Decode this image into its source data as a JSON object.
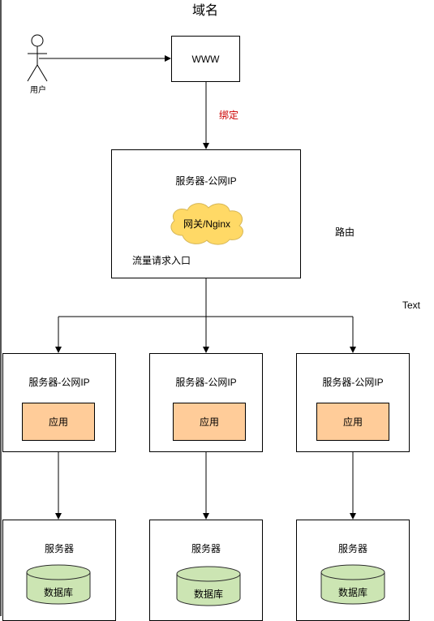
{
  "title": "域名",
  "user": {
    "label": "用户"
  },
  "www": {
    "label": "WWW"
  },
  "bind_label": "绑定",
  "gateway_server": {
    "title": "服务器-公网IP",
    "cloud_label": "网关/Nginx",
    "entry_label": "流量请求入口"
  },
  "route_label": "路由",
  "text_label": "Text",
  "app_servers": [
    {
      "title": "服务器-公网IP",
      "app_label": "应用"
    },
    {
      "title": "服务器-公网IP",
      "app_label": "应用"
    },
    {
      "title": "服务器-公网IP",
      "app_label": "应用"
    }
  ],
  "db_servers": [
    {
      "title": "服务器",
      "db_label": "数据库"
    },
    {
      "title": "服务器",
      "db_label": "数据库"
    },
    {
      "title": "服务器",
      "db_label": "数据库"
    }
  ],
  "colors": {
    "app_fill": "#ffcc99",
    "db_fill": "#cce5b3",
    "db_stroke": "#2d2d2d",
    "cloud_fill": "#ffd966",
    "cloud_stroke": "#d6b656",
    "bind_text": "#cc0000",
    "line": "#000000"
  }
}
